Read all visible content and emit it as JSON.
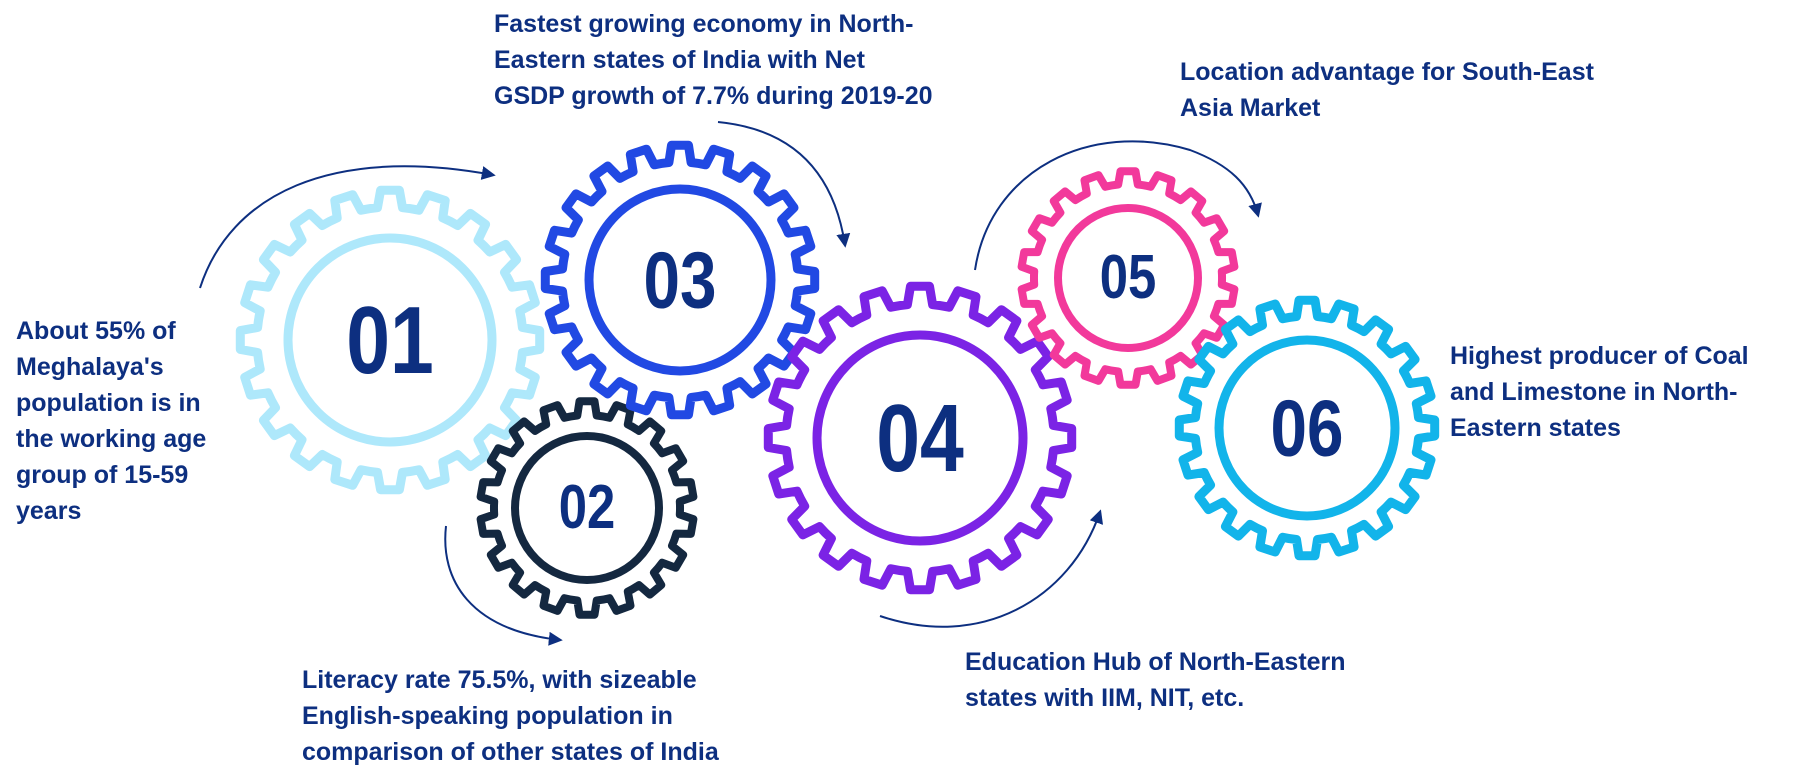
{
  "gears": [
    {
      "number": "01",
      "color": "#aee8fb",
      "text": "About 55% of\nMeghalaya's\npopulation is in\nthe working age\ngroup of 15-59\nyears"
    },
    {
      "number": "02",
      "color": "#142840",
      "text": "Literacy rate 75.5%, with sizeable\nEnglish-speaking population in\ncomparison of other states of India"
    },
    {
      "number": "03",
      "color": "#2149e3",
      "text": "Fastest growing economy in North-\nEastern states of India with Net\nGSDP growth of 7.7% during 2019-20"
    },
    {
      "number": "04",
      "color": "#7b23e5",
      "text": "Education Hub of North-Eastern\nstates with IIM, NIT, etc."
    },
    {
      "number": "05",
      "color": "#f2399b",
      "text": "Location advantage for South-East\nAsia Market"
    },
    {
      "number": "06",
      "color": "#12b4ea",
      "text": "Highest producer of Coal\nand Limestone in North-\nEastern states"
    }
  ],
  "colors": {
    "text": "#0d2f80",
    "arrow": "#0d2f80"
  }
}
